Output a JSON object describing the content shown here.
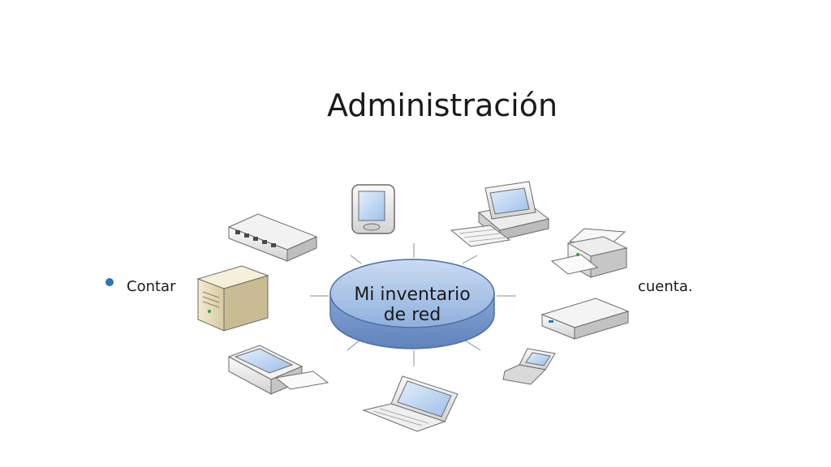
{
  "slide": {
    "title": "Administración",
    "bullet_left": "Contar",
    "bullet_right": "cuenta."
  },
  "diagram": {
    "hub_line1": "Mi inventario",
    "hub_line2": "de red",
    "devices": [
      "network-switch",
      "pda",
      "desktop-computer",
      "printer",
      "server-tower",
      "storage-device",
      "scanner",
      "laptop",
      "mobile-phone"
    ],
    "colors": {
      "hub_fill": "#a9c4e8",
      "hub_side": "#7e9fcf",
      "accent": "#2e75b6"
    }
  }
}
